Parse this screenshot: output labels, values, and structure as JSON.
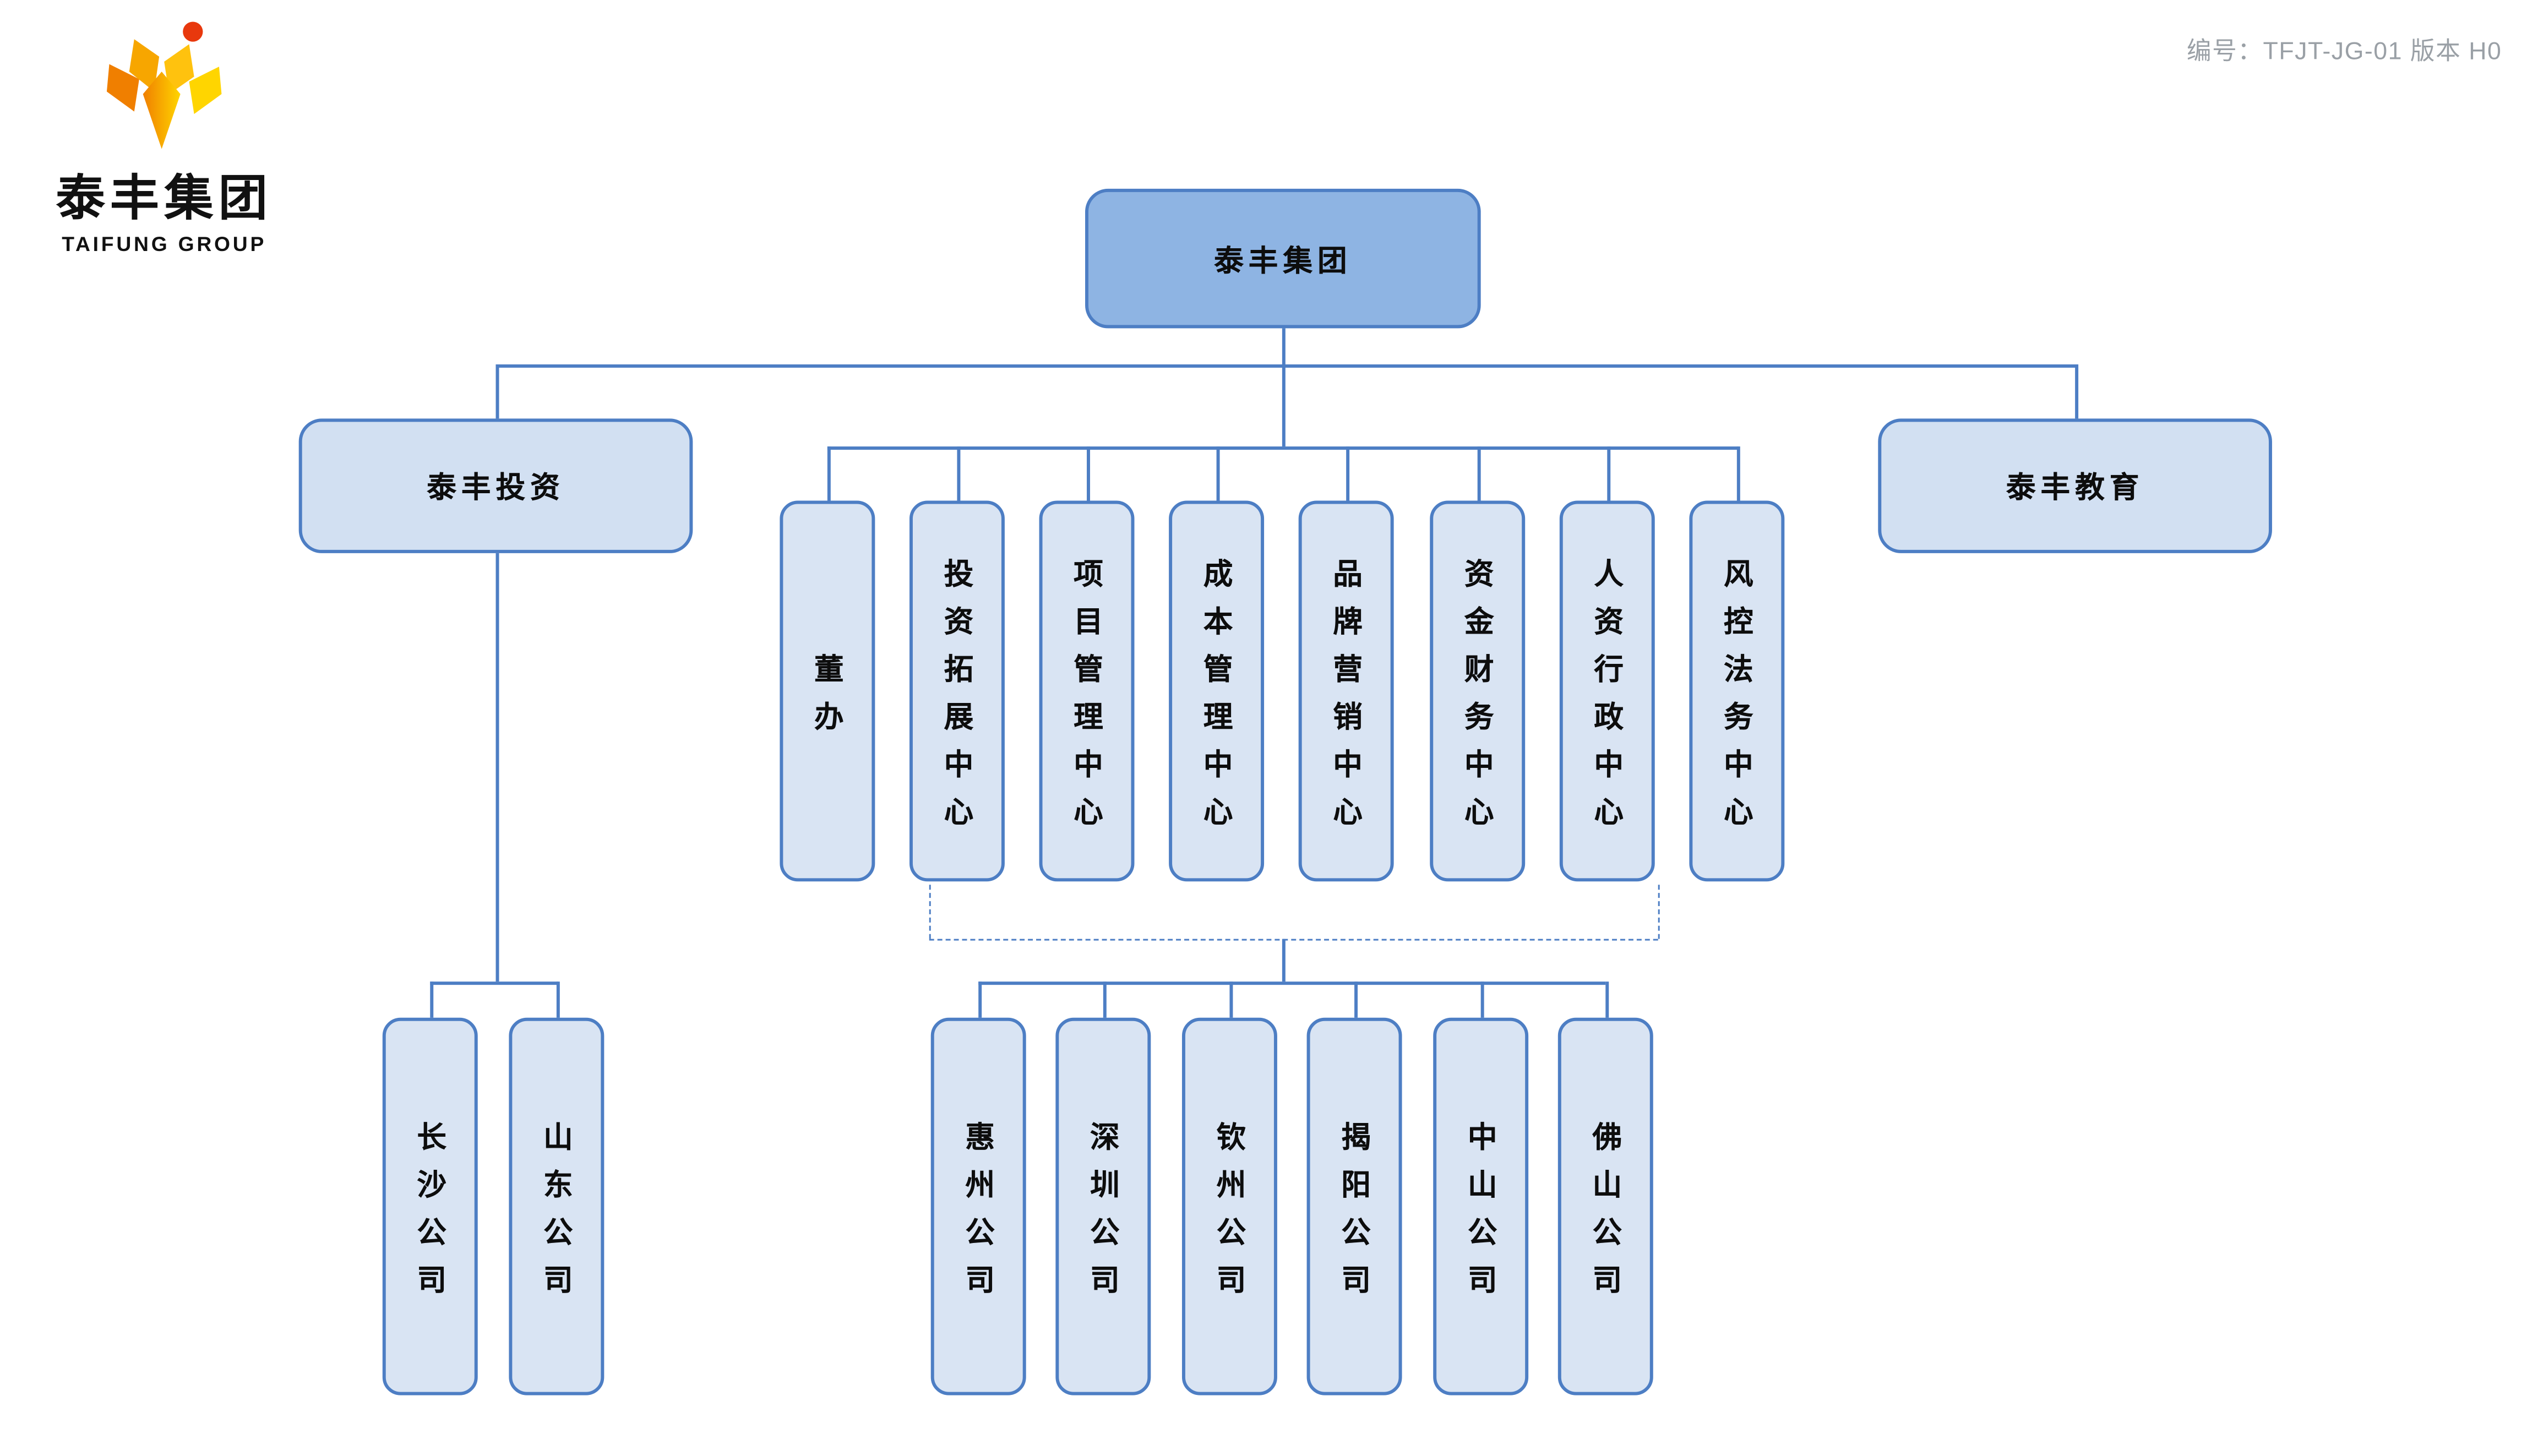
{
  "header": {
    "logo_title": "泰丰集团",
    "logo_subtitle": "TAIFUNG GROUP",
    "doc_code": "编号：TFJT-JG-01  版本 H0"
  },
  "org": {
    "root": "泰丰集团",
    "branch_left": "泰丰投资",
    "branch_right": "泰丰教育",
    "centers": [
      "董办",
      "投资拓展中心",
      "项目管理中心",
      "成本管理中心",
      "品牌营销中心",
      "资金财务中心",
      "人资行政中心",
      "风控法务中心"
    ],
    "left_companies": [
      "长沙公司",
      "山东公司"
    ],
    "companies": [
      "惠州公司",
      "深圳公司",
      "钦州公司",
      "揭阳公司",
      "中山公司",
      "佛山公司"
    ]
  },
  "colors": {
    "line": "#4d7ec4",
    "root_fill": "#8eb4e3",
    "node_fill": "#d9e4f3",
    "logo_orange": "#f07f00",
    "logo_yellow": "#ffd500",
    "logo_red": "#e8380d"
  }
}
